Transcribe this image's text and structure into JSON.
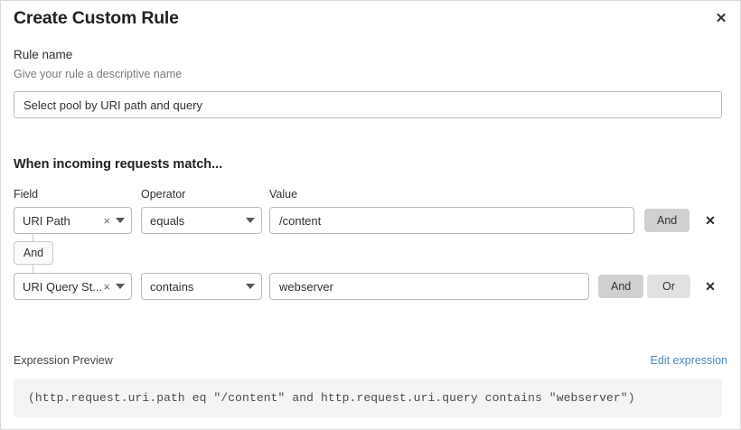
{
  "dialog": {
    "title": "Create Custom Rule",
    "close_icon": "close-icon",
    "close_glyph": "✕"
  },
  "rule_name": {
    "label": "Rule name",
    "help": "Give your rule a descriptive name",
    "value": "Select pool by URI path and query",
    "placeholder": "Rule name"
  },
  "conditions": {
    "heading": "When incoming requests match...",
    "columns": {
      "field": "Field",
      "operator": "Operator",
      "value": "Value"
    },
    "clear_glyph": "×",
    "delete_glyph": "✕",
    "rows": [
      {
        "field": "URI Path",
        "operator": "equals",
        "value": "/content",
        "logic": [
          {
            "label": "And",
            "selected": true
          }
        ]
      },
      {
        "field": "URI Query St...",
        "operator": "contains",
        "value": "webserver",
        "logic": [
          {
            "label": "And",
            "selected": true
          },
          {
            "label": "Or",
            "selected": false
          }
        ]
      }
    ],
    "connector": {
      "label": "And"
    }
  },
  "expression_preview": {
    "label": "Expression Preview",
    "edit_link": "Edit expression",
    "code": "(http.request.uri.path eq \"/content\" and http.request.uri.query contains \"webserver\")"
  },
  "colors": {
    "link": "#4a89b8",
    "selected_toggle": "#cfd0d2",
    "unselected_toggle": "#e0e1e3",
    "code_background": "#f4f4f4",
    "border": "#bbbbbb"
  }
}
